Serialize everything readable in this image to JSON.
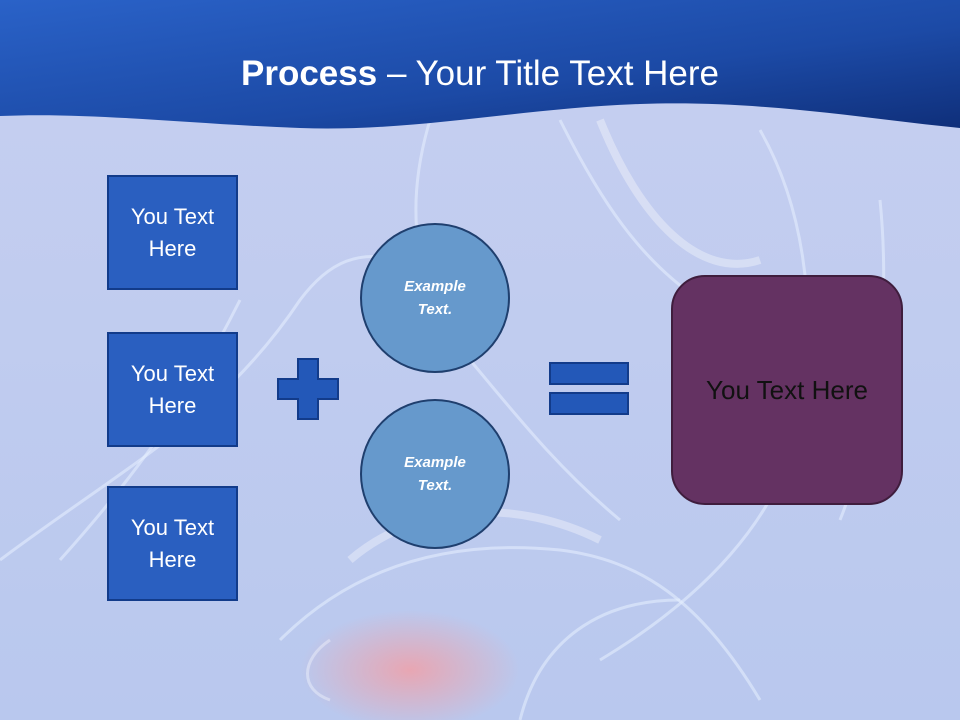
{
  "title": {
    "bold": "Process",
    "rest": " – Your Title Text Here"
  },
  "inputs": [
    "You Text Here",
    "You Text Here",
    "You Text Here"
  ],
  "circles": [
    "Example Text.",
    "Example Text."
  ],
  "result": "You Text Here",
  "colors": {
    "header": "#1e4fb0",
    "box": "#2a5fc0",
    "circle": "#6699cc",
    "result": "#643262",
    "operator": "#2358b8"
  }
}
